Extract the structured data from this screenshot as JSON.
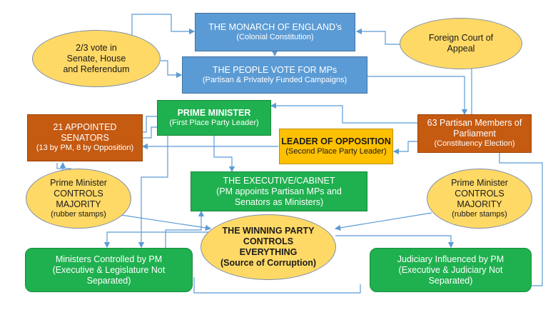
{
  "nodes": {
    "monarch": {
      "title": "THE MONARCH OF ENGLAND’s",
      "subtitle": "(Colonial Constitution)"
    },
    "people": {
      "title": "THE PEOPLE VOTE FOR MPs",
      "subtitle": "(Partisan & Privately Funded Campaigns)"
    },
    "vote_two_thirds": {
      "lines": [
        "2/3 vote in",
        "Senate, House",
        "and Referendum"
      ]
    },
    "foreign_court": {
      "lines": [
        "Foreign Court of",
        "Appeal"
      ]
    },
    "prime_minister": {
      "title": "PRIME MINISTER",
      "subtitle": "(First Place Party Leader)"
    },
    "senators": {
      "lines": [
        "21 APPOINTED",
        "SENATORS",
        "(13 by PM, 8 by Opposition)"
      ]
    },
    "parliament": {
      "lines": [
        "63 Partisan Members of",
        "Parliament",
        "(Constituency Election)"
      ]
    },
    "opposition": {
      "title": "LEADER OF OPPOSITION",
      "subtitle": "(Second Place Party Leader)"
    },
    "executive": {
      "lines": [
        "THE EXECUTIVE/CABINET",
        "(PM appoints Partisan MPs and",
        "Senators as Ministers)"
      ]
    },
    "pm_majority_left": {
      "lines": [
        "Prime Minister",
        "CONTROLS",
        "MAJORITY",
        "(rubber stamps)"
      ]
    },
    "pm_majority_right": {
      "lines": [
        "Prime Minister",
        "CONTROLS",
        "MAJORITY",
        "(rubber stamps)"
      ]
    },
    "winning_party": {
      "lines": [
        "THE WINNING PARTY",
        "CONTROLS",
        "EVERYTHING",
        "(Source of Corruption)"
      ]
    },
    "ministers": {
      "lines": [
        "Ministers Controlled by PM",
        "(Executive & Legislature Not",
        "Separated)"
      ]
    },
    "judiciary": {
      "lines": [
        "Judiciary Influenced by PM",
        "(Executive & Judiciary Not",
        "Separated)"
      ]
    }
  },
  "colors": {
    "blue": "#5b9bd5",
    "green": "#1fb04f",
    "orange": "#c55a11",
    "gold": "#ffc000",
    "oval": "#ffd966",
    "connector": "#5b9bd5"
  }
}
